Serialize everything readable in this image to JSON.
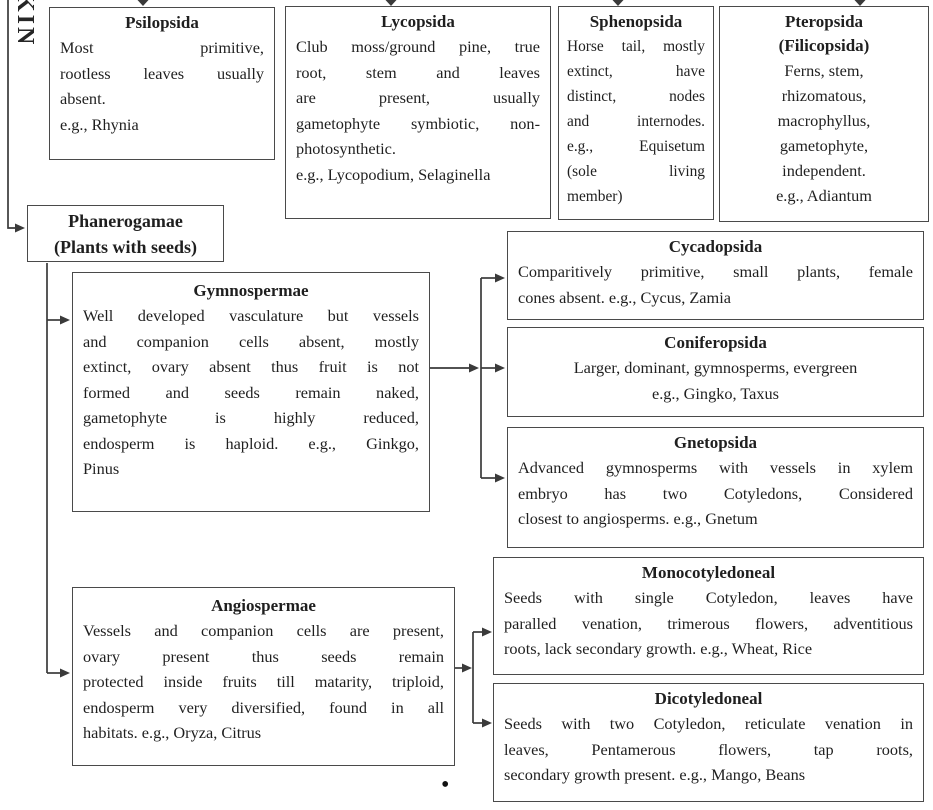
{
  "kingdom_label": "KIN",
  "footer_bullet": "•",
  "colors": {
    "border": "#4a4a4a",
    "text": "#1f1f1f",
    "background": "#ffffff"
  },
  "boxes": {
    "psilopsida": {
      "title": "Psilopsida",
      "lines": [
        "Most primitive,",
        "rootless leaves usually",
        "absent.",
        "e.g., Rhynia"
      ]
    },
    "lycopsida": {
      "title": "Lycopsida",
      "lines": [
        "Club moss/ground pine, true",
        "root, stem and leaves",
        "are present, usually",
        "gametophyte symbiotic, non-",
        "photosynthetic.",
        "e.g., Lycopodium, Selaginella"
      ]
    },
    "sphenopsida": {
      "title": "Sphenopsida",
      "lines": [
        "Horse tail, mostly",
        "extinct, have",
        "distinct, nodes",
        "and internodes.",
        "e.g., Equisetum",
        "(sole living",
        "member)"
      ]
    },
    "pteropsida": {
      "title": "Pteropsida",
      "subtitle": "(Filicopsida)",
      "lines": [
        "Ferns, stem,",
        "rhizomatous,",
        "macrophyllus,",
        "gametophyte,",
        "independent.",
        "e.g., Adiantum"
      ]
    },
    "phanerogamae": {
      "title": "Phanerogamae",
      "subtitle": "(Plants with seeds)"
    },
    "gymnospermae": {
      "title": "Gymnospermae",
      "lines": [
        "Well developed vasculature but vessels",
        "and companion cells absent, mostly",
        "extinct, ovary absent thus fruit is not",
        "formed and seeds remain naked,",
        "gametophyte is highly reduced,",
        "endosperm is haploid. e.g., Ginkgo,",
        "Pinus"
      ]
    },
    "angiospermae": {
      "title": "Angiospermae",
      "lines": [
        "Vessels and companion cells are present,",
        "ovary present thus seeds remain",
        "protected inside fruits till matarity, triploid,",
        "endosperm very diversified, found in all",
        "habitats. e.g., Oryza, Citrus"
      ]
    },
    "cycadopsida": {
      "title": "Cycadopsida",
      "lines": [
        "Comparitively primitive, small plants, female",
        "cones absent. e.g., Cycus, Zamia"
      ]
    },
    "coniferopsida": {
      "title": "Coniferopsida",
      "lines": [
        "Larger, dominant, gymnosperms, evergreen",
        "e.g., Gingko, Taxus"
      ]
    },
    "gnetopsida": {
      "title": "Gnetopsida",
      "lines": [
        "Advanced gymnosperms with vessels in xylem",
        "embryo has two Cotyledons, Considered",
        "closest to angiosperms. e.g., Gnetum"
      ]
    },
    "monocotyledoneal": {
      "title": "Monocotyledoneal",
      "lines": [
        "Seeds with single Cotyledon, leaves have",
        "paralled venation, trimerous flowers, adventitious",
        "roots, lack secondary growth. e.g., Wheat, Rice"
      ]
    },
    "dicotyledoneal": {
      "title": "Dicotyledoneal",
      "lines": [
        "Seeds with two Cotyledon, reticulate venation in",
        "leaves, Pentamerous flowers, tap roots,",
        "secondary growth present. e.g., Mango, Beans"
      ]
    }
  }
}
